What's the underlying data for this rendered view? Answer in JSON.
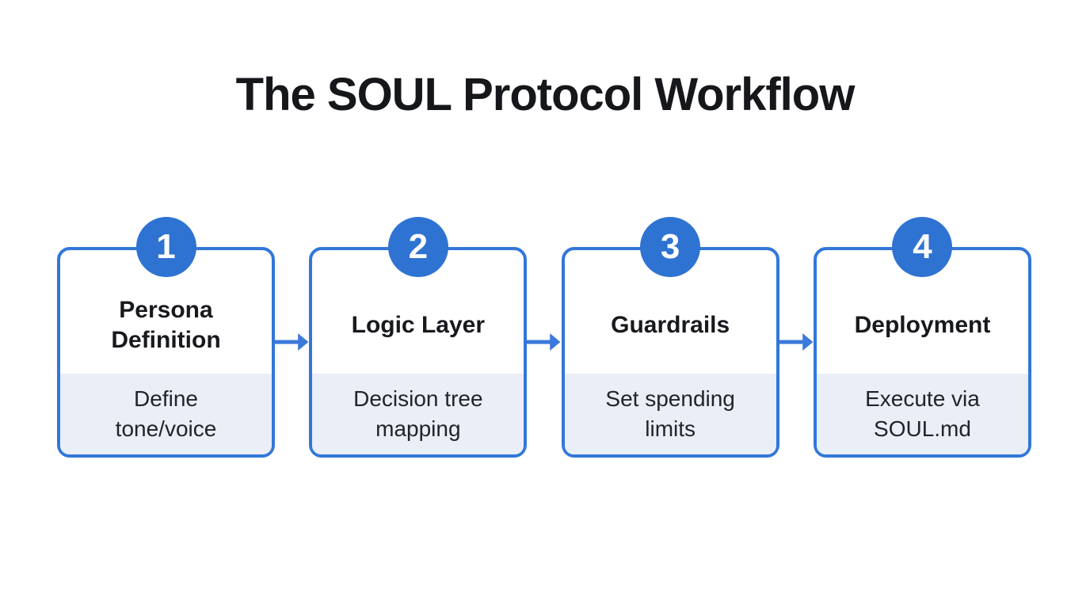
{
  "title": "The SOUL Protocol Workflow",
  "colors": {
    "page_bg": "#ffffff",
    "title_text": "#15171b",
    "heading_text": "#17191d",
    "body_text": "#212428",
    "badge_bg": "#2e73d2",
    "badge_text": "#ffffff",
    "card_border": "#3277d8",
    "card_top_bg": "#ffffff",
    "card_bottom_bg": "#e9eef7",
    "arrow": "#3b79db"
  },
  "steps": [
    {
      "number": "1",
      "title": "Persona Definition",
      "subtitle": "Define tone/voice"
    },
    {
      "number": "2",
      "title": "Logic Layer",
      "subtitle": "Decision tree mapping"
    },
    {
      "number": "3",
      "title": "Guardrails",
      "subtitle": "Set spending limits"
    },
    {
      "number": "4",
      "title": "Deployment",
      "subtitle": "Execute via SOUL.md"
    }
  ]
}
